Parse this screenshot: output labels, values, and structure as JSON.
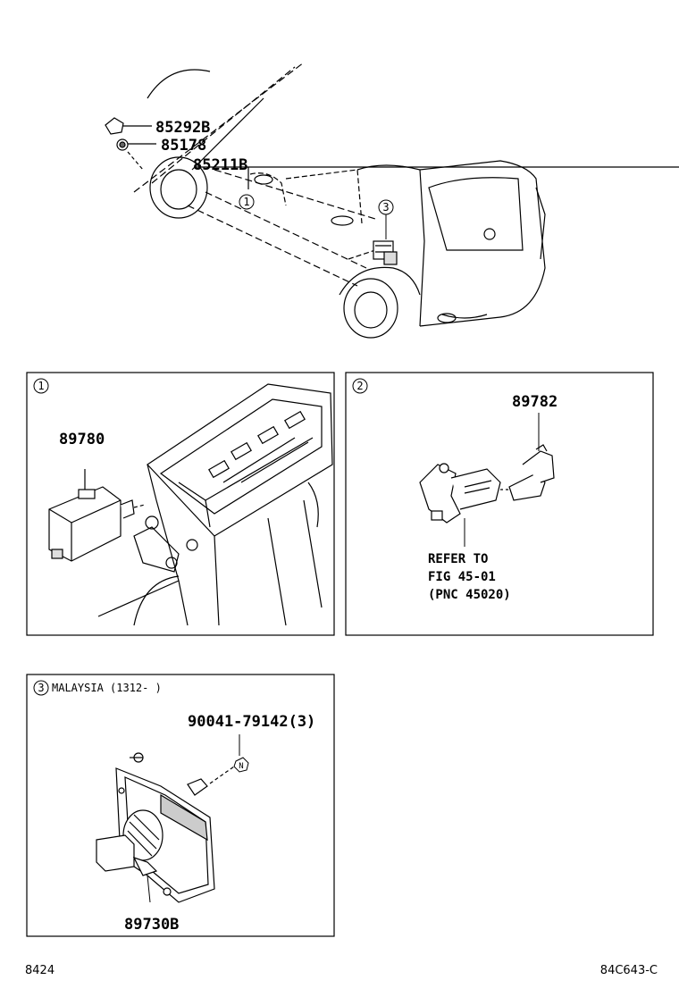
{
  "top": {
    "callouts": [
      {
        "part_no": "85292B"
      },
      {
        "part_no": "85178"
      },
      {
        "part_no": "85211B"
      }
    ],
    "markers": [
      "1",
      "3"
    ]
  },
  "panel1": {
    "index": "1",
    "part_no": "89780"
  },
  "panel2": {
    "index": "2",
    "part_no": "89782",
    "note_lines": [
      "REFER TO",
      "FIG 45-01",
      "(PNC 45020)"
    ]
  },
  "panel3": {
    "index": "3",
    "title": "MALAYSIA (1312-     )",
    "bolt": "90041-79142(3)",
    "bolt_marker": "N",
    "part_no": "89730B"
  },
  "footer": {
    "left": "8424",
    "right": "84C643-C"
  }
}
